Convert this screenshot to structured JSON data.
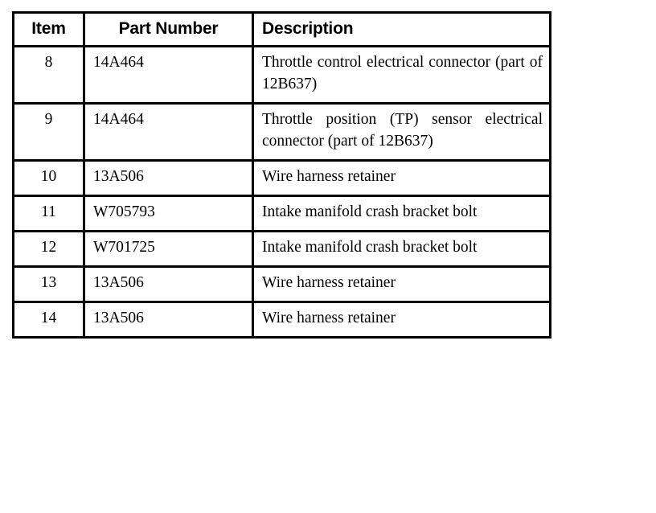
{
  "table": {
    "columns": [
      {
        "key": "item",
        "label": "Item",
        "align": "center"
      },
      {
        "key": "part_number",
        "label": "Part Number",
        "align": "center"
      },
      {
        "key": "description",
        "label": "Description",
        "align": "left"
      }
    ],
    "rows": [
      {
        "item": "8",
        "part_number": "14A464",
        "description": "Throttle control electrical connector (part of 12B637)"
      },
      {
        "item": "9",
        "part_number": "14A464",
        "description": "Throttle position (TP) sensor electrical connector (part of 12B637)"
      },
      {
        "item": "10",
        "part_number": "13A506",
        "description": "Wire harness retainer"
      },
      {
        "item": "11",
        "part_number": "W705793",
        "description": "Intake manifold crash bracket bolt"
      },
      {
        "item": "12",
        "part_number": "W701725",
        "description": "Intake manifold crash bracket bolt"
      },
      {
        "item": "13",
        "part_number": "13A506",
        "description": "Wire harness retainer"
      },
      {
        "item": "14",
        "part_number": "13A506",
        "description": "Wire harness retainer"
      }
    ]
  },
  "style": {
    "border_color": "#000000",
    "text_color": "#000000",
    "background": "#ffffff"
  }
}
